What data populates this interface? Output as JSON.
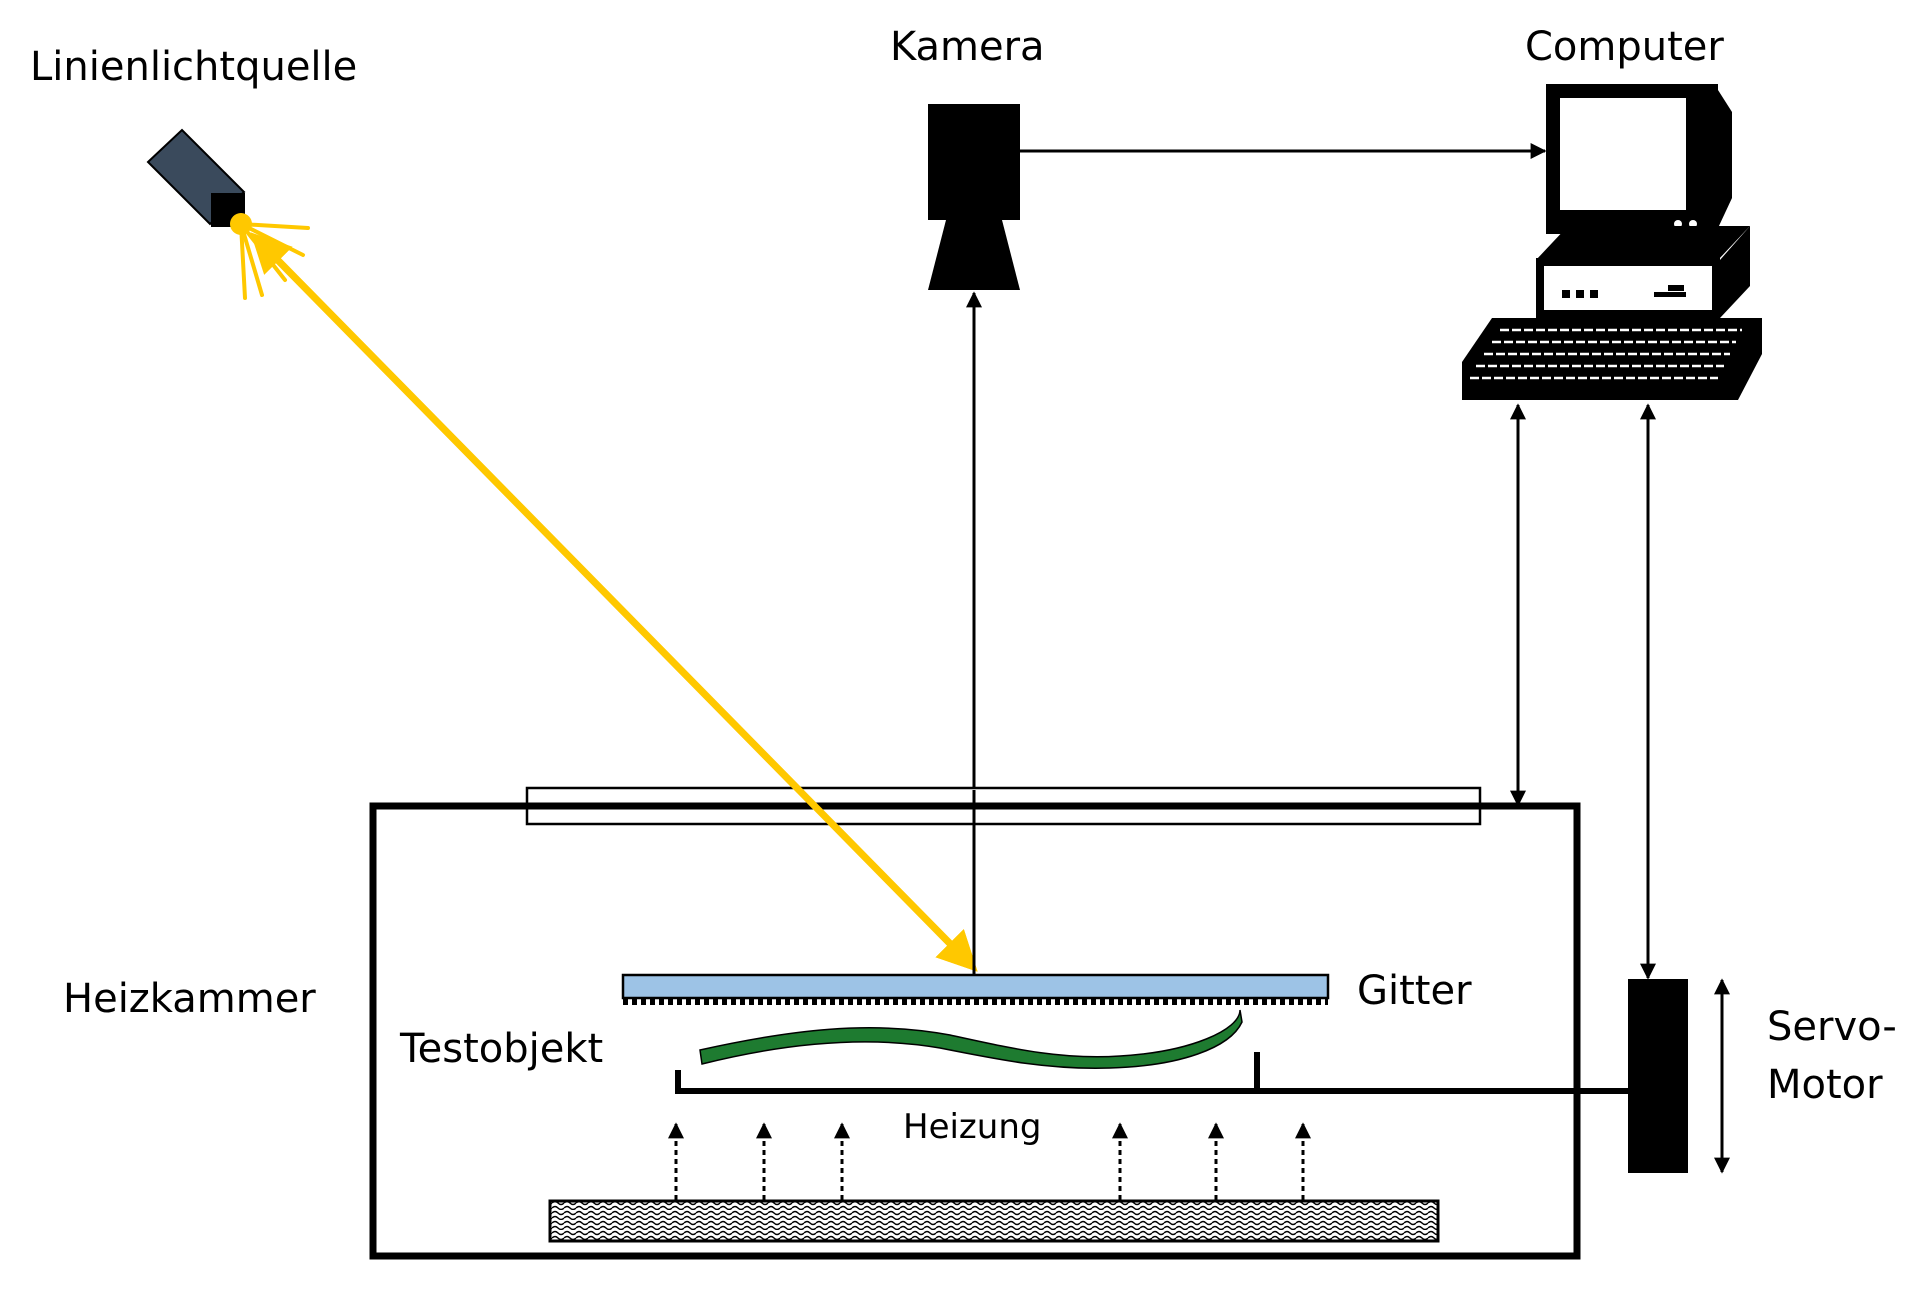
{
  "labels": {
    "light_source": "Linienlichtquelle",
    "camera": "Kamera",
    "computer": "Computer",
    "heating_chamber": "Heizkammer",
    "grating": "Gitter",
    "test_object": "Testobjekt",
    "heater": "Heizung",
    "servo_line1": "Servo-",
    "servo_line2": "Motor"
  },
  "colors": {
    "light_beam": "#FFC800",
    "grating_fill": "#9DC3E6",
    "test_object_fill": "#1E7B30",
    "light_source_body": "#3A4A5C",
    "stroke": "#000000"
  },
  "icons": {
    "light_source": "line-light-source-icon",
    "camera": "camera-icon",
    "computer": "desktop-computer-icon",
    "servo_motor": "servo-motor-block-icon",
    "heater_element": "heater-plate-icon"
  }
}
